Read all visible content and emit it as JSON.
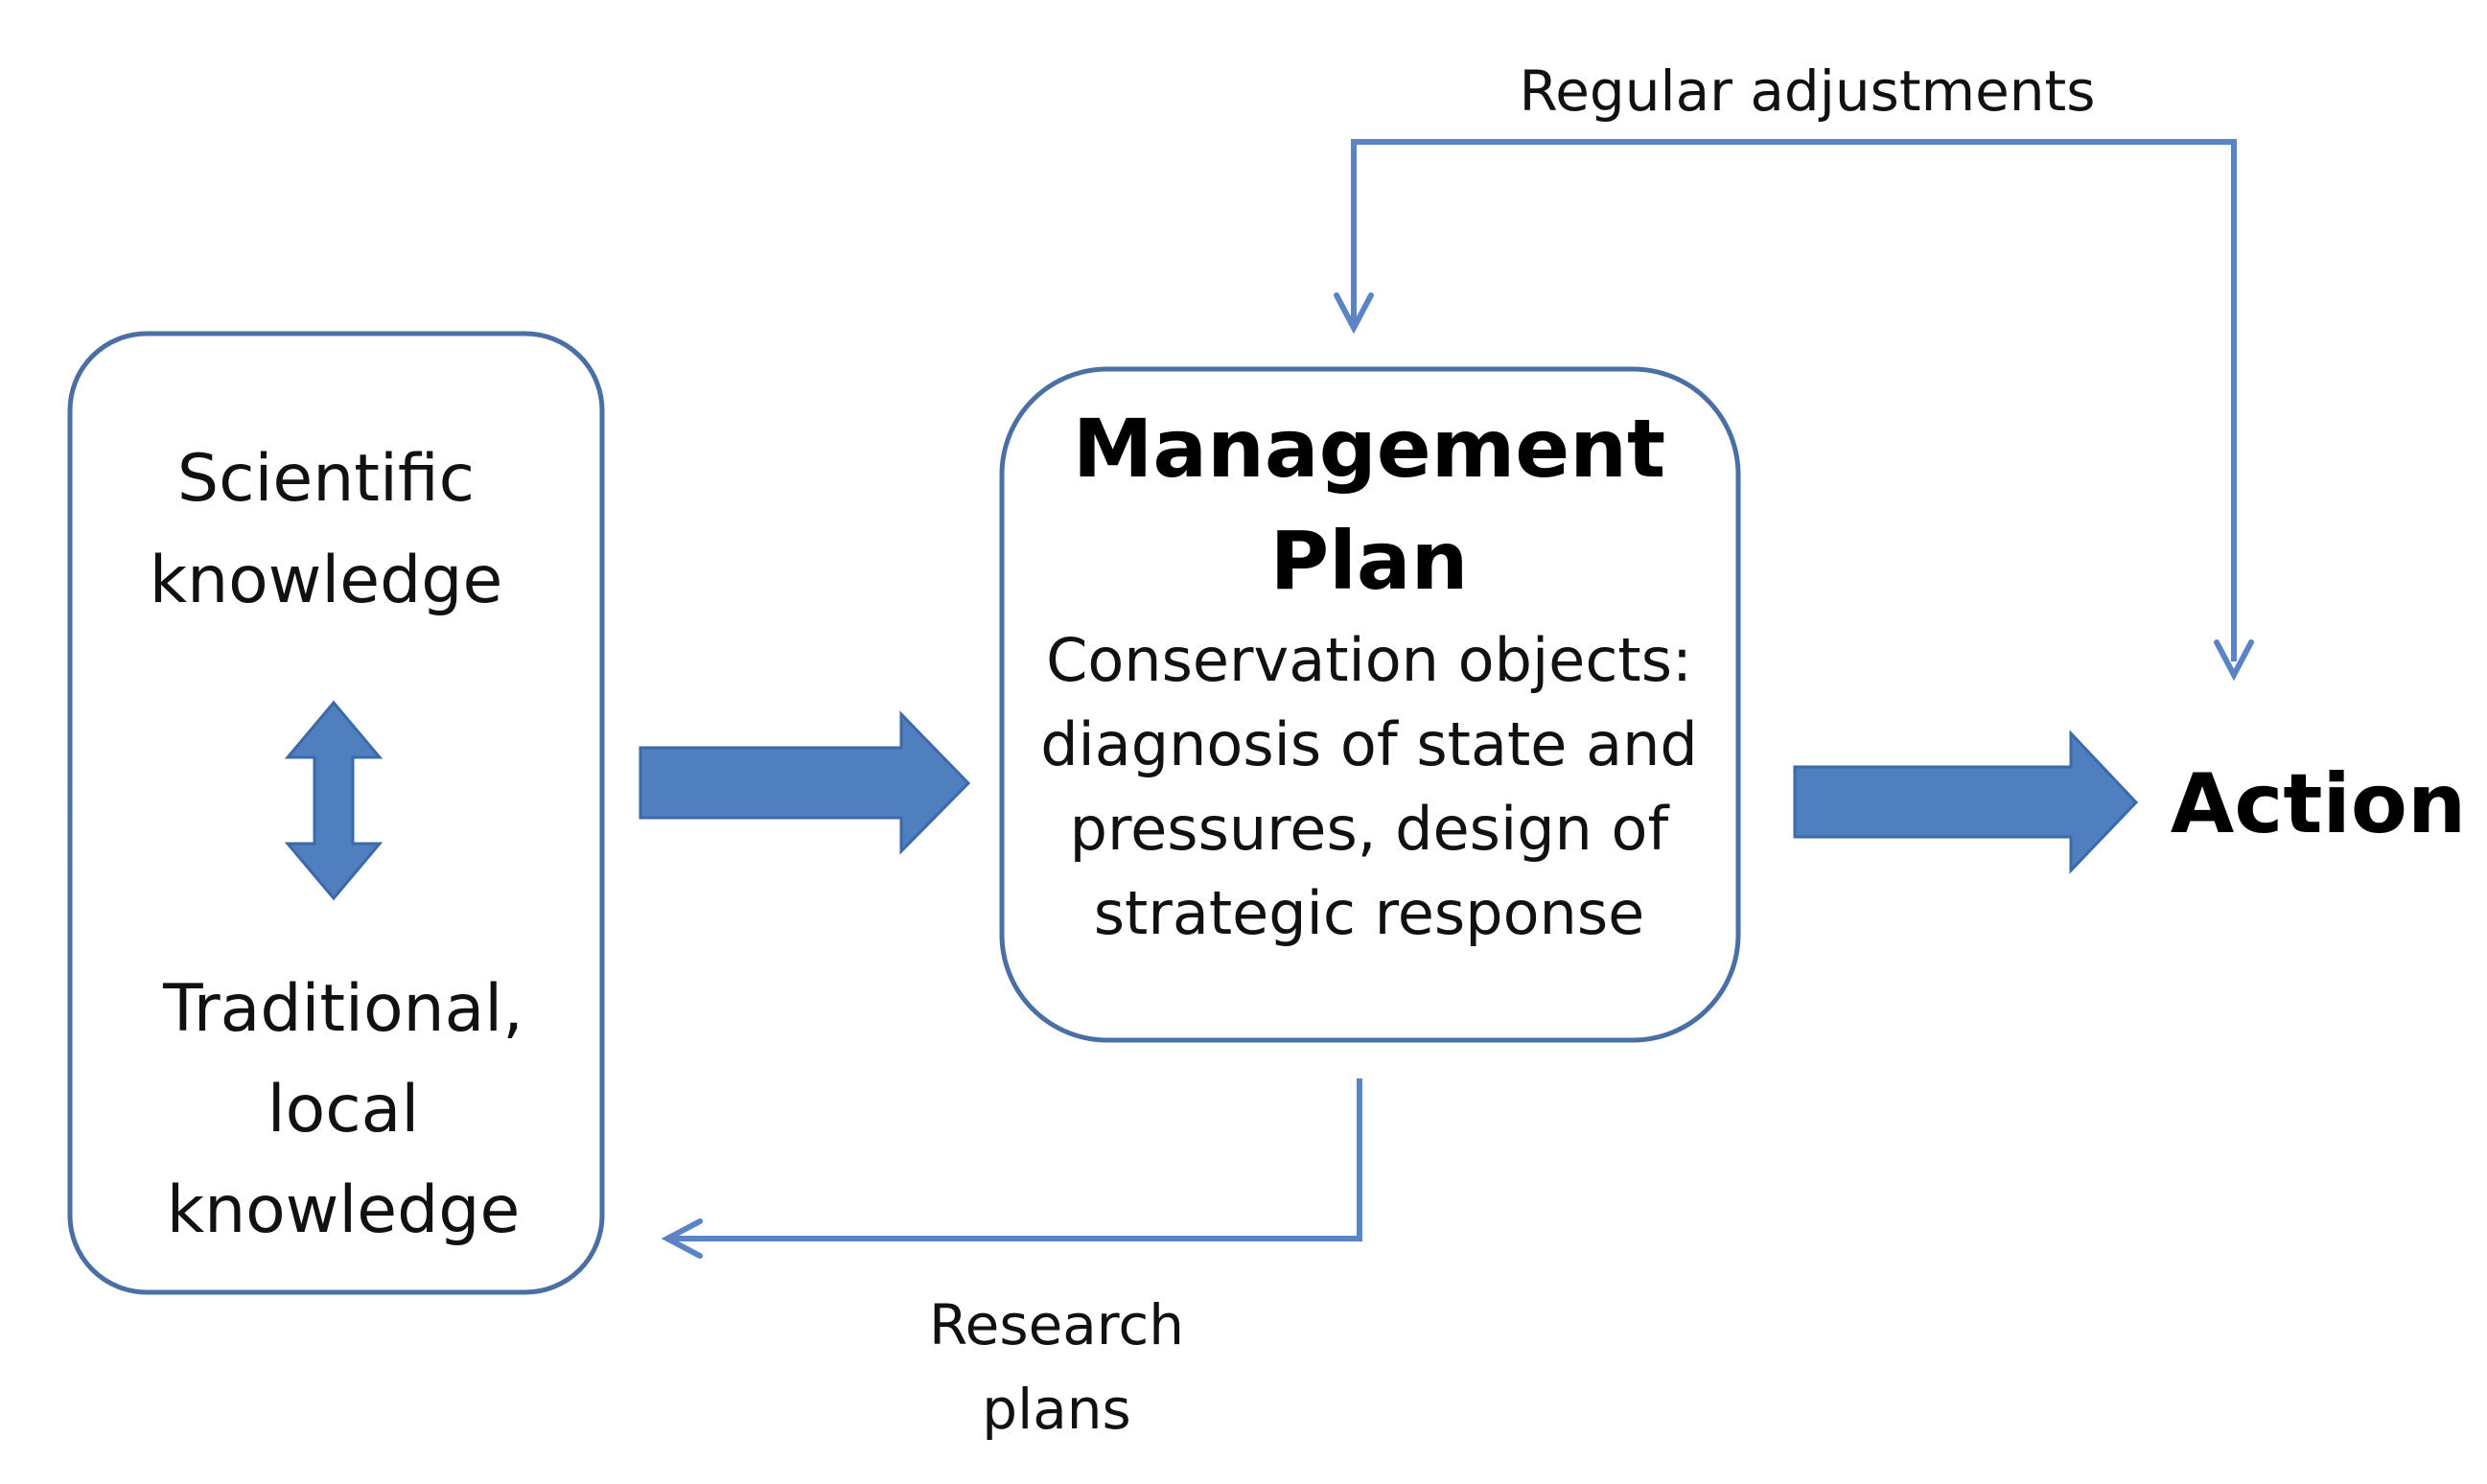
{
  "left_box": {
    "top_lines": [
      "Scientific",
      "knowledge"
    ],
    "bottom_lines": [
      "Traditional,",
      "local",
      "knowledge"
    ]
  },
  "center_box": {
    "title_lines": [
      "Management",
      "Plan"
    ],
    "body_lines": [
      "Conservation objects:",
      "diagnosis of state and",
      "pressures, design of",
      "strategic response"
    ]
  },
  "action_label": "Action",
  "feedback_top_label": "Regular adjustments",
  "feedback_bottom_lines": [
    "Research",
    "plans"
  ],
  "colors": {
    "box_border": "#4a6fa5",
    "arrow_fill": "#4f7fbf",
    "thin_arrow": "#5a84c4"
  }
}
